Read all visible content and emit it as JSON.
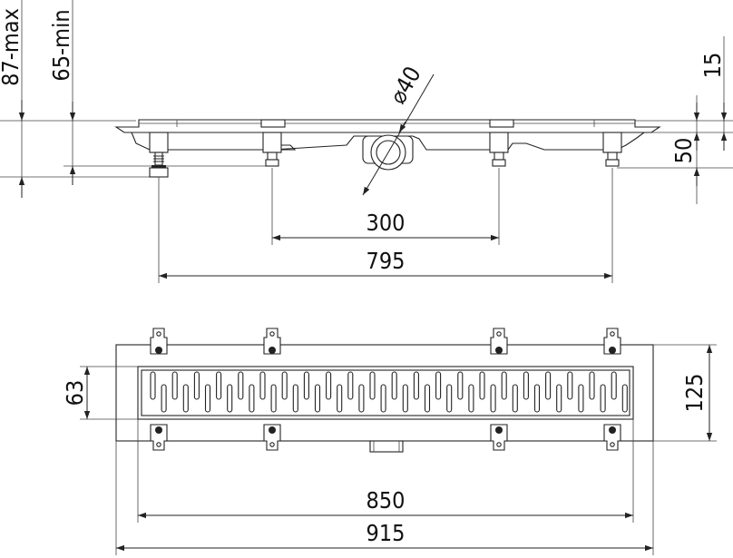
{
  "side_view": {
    "height_max": "87-max",
    "height_min": "65-min",
    "outlet_diameter": "⌀40",
    "grate_thickness": "15",
    "body_height": "50",
    "leg_spacing": "300",
    "leg_span": "795"
  },
  "top_view": {
    "grate_width": "63",
    "frame_width": "125",
    "grate_length": "850",
    "frame_length": "915"
  },
  "colors": {
    "line": "#222222",
    "background": "#ffffff"
  }
}
